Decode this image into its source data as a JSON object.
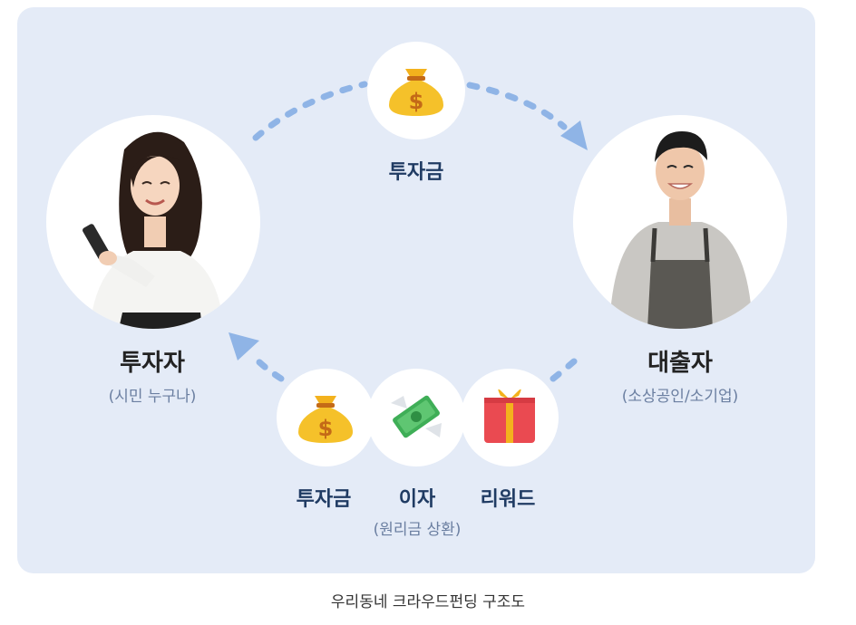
{
  "investor": {
    "name": "투자자",
    "subtitle": "(시민 누구나)"
  },
  "borrower": {
    "name": "대출자",
    "subtitle": "(소상공인/소기업)"
  },
  "top_flow": {
    "label": "투자금",
    "icon": "money-bag-icon"
  },
  "bottom_flow": {
    "items": [
      {
        "label": "투자금",
        "icon": "money-bag-icon"
      },
      {
        "label": "이자",
        "icon": "flying-money-icon"
      },
      {
        "label": "리워드",
        "icon": "gift-icon"
      }
    ],
    "subtitle": "(원리금 상환)"
  },
  "caption": "우리동네 크라우드펀딩 구조도",
  "colors": {
    "panel": "#e4ebf7",
    "arrow": "#8fb4e6",
    "label": "#1f3b63",
    "subtitle": "#6b7fa1"
  }
}
